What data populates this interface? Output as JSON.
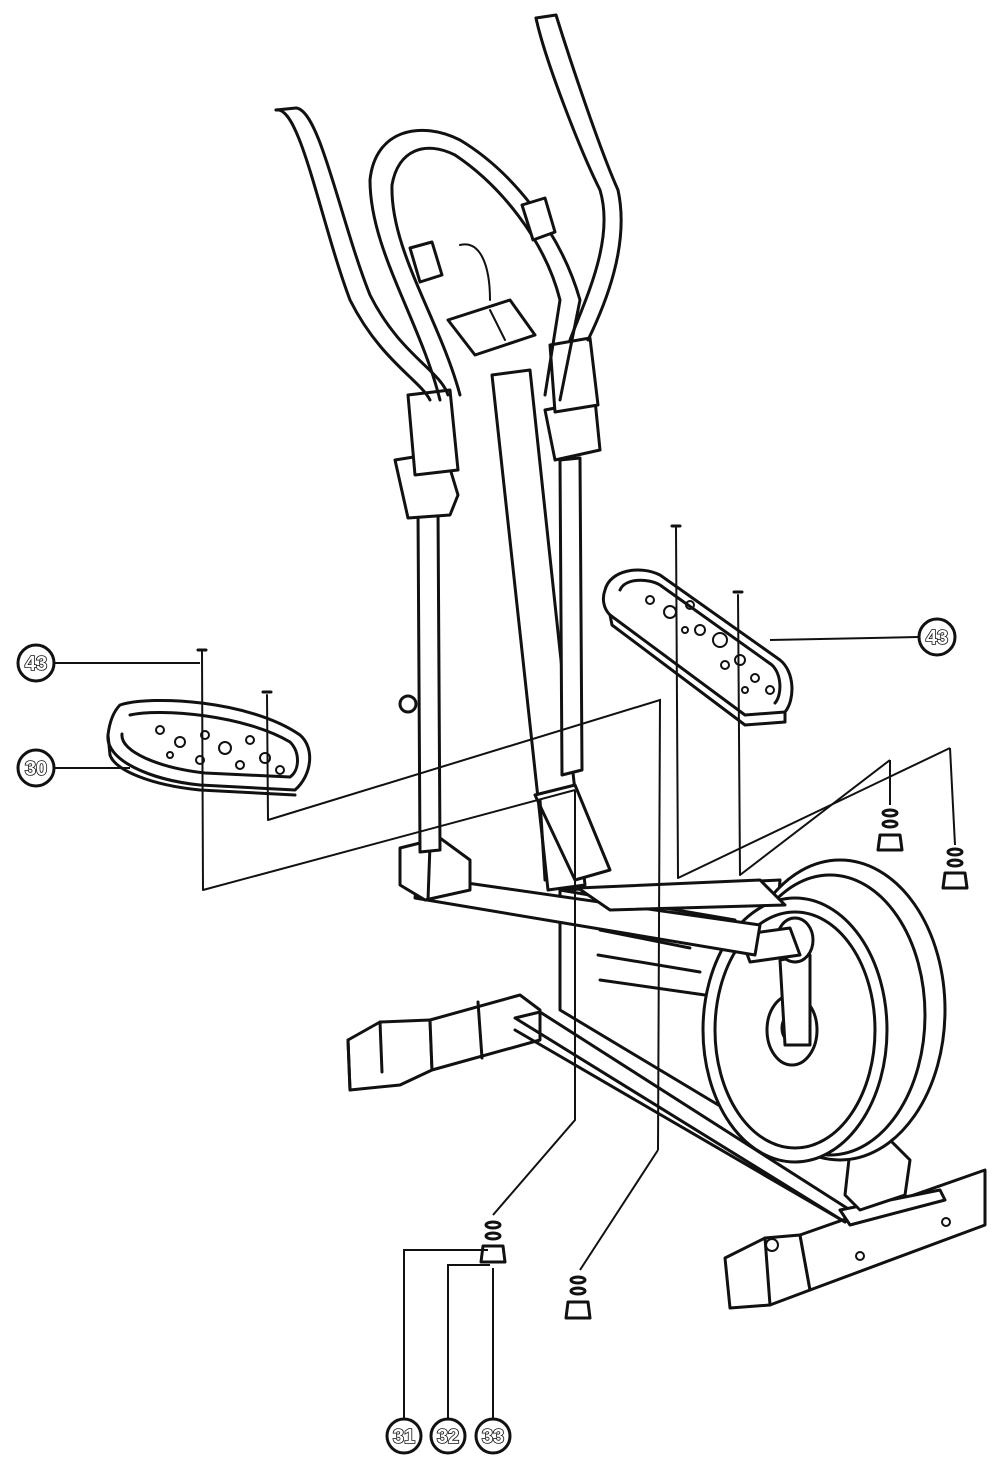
{
  "callouts": [
    {
      "id": "c43a",
      "label": "43"
    },
    {
      "id": "c30",
      "label": "30"
    },
    {
      "id": "c43b",
      "label": "43"
    },
    {
      "id": "c31",
      "label": "31"
    },
    {
      "id": "c32",
      "label": "32"
    },
    {
      "id": "c33",
      "label": "33"
    }
  ]
}
